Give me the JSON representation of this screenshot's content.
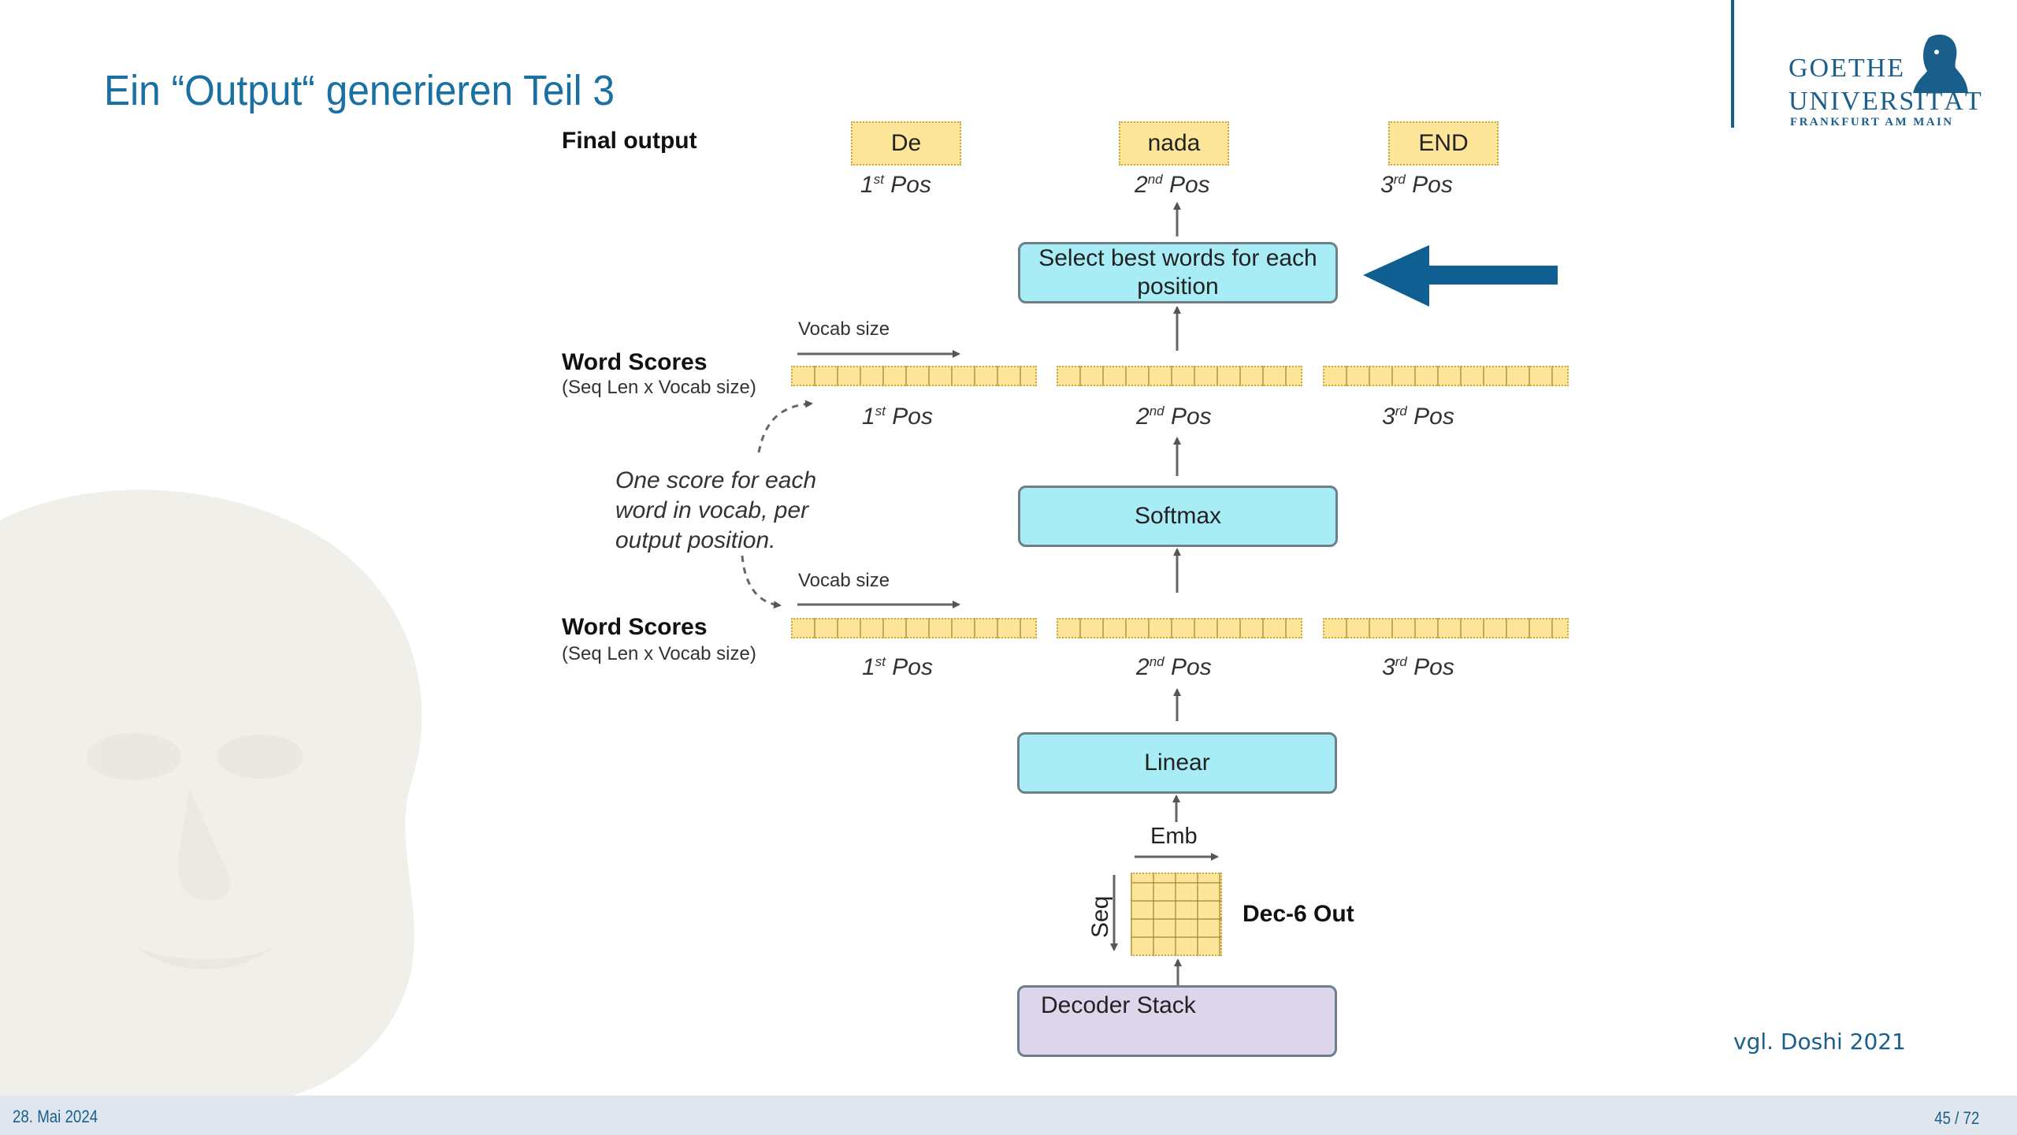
{
  "slide": {
    "title": "Ein “Output“ generieren Teil 3",
    "footer_date": "28. Mai 2024",
    "page_number": "45 / 72",
    "citation": "vgl. Doshi 2021"
  },
  "logo": {
    "line1": "GOETHE",
    "line2": "UNIVERSITÄT",
    "line3": "FRANKFURT AM MAIN",
    "icon": "goethe-head-icon"
  },
  "diagram": {
    "final_output_label": "Final output",
    "tokens": [
      "De",
      "nada",
      "END"
    ],
    "positions": [
      {
        "num": "1",
        "sup": "st",
        "word": "Pos"
      },
      {
        "num": "2",
        "sup": "nd",
        "word": "Pos"
      },
      {
        "num": "3",
        "sup": "rd",
        "word": "Pos"
      }
    ],
    "select_box": "Select best words for each position",
    "vocab_size_label": "Vocab size",
    "word_scores_label": "Word Scores",
    "word_scores_sub": "(Seq Len x Vocab size)",
    "annotation": "One score for each word in vocab, per output position.",
    "softmax_box": "Softmax",
    "linear_box": "Linear",
    "emb_label": "Emb",
    "seq_label": "Seq",
    "dec_out_label": "Dec-6 Out",
    "decoder_box": "Decoder Stack",
    "highlight_arrow_color": "#0f5f93"
  }
}
